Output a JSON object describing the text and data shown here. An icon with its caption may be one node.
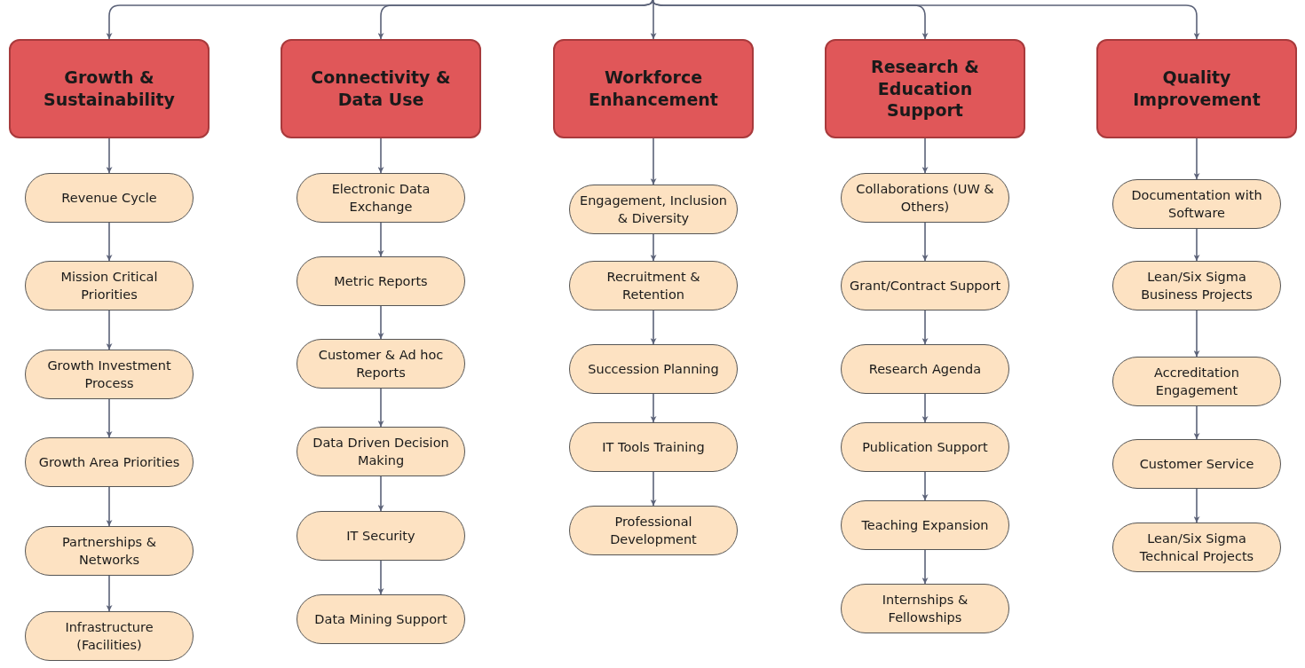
{
  "diagram": {
    "nodes": [
      {
        "text": [
          "Growth & Sustainability"
        ]
      },
      {
        "text": [
          "Revenue Cycle"
        ]
      },
      {
        "text": [
          "Mission Critical Priorities"
        ]
      },
      {
        "text": [
          "Growth Investment Process"
        ]
      },
      {
        "text": [
          "Growth Area Priorities"
        ]
      },
      {
        "text": [
          "Partnerships & Networks"
        ]
      },
      {
        "text": [
          "Infrastructure (Facilities)"
        ]
      },
      {
        "text": [
          "Connectivity & Data Use"
        ]
      },
      {
        "text": [
          "Electronic Data Exchange"
        ]
      },
      {
        "text": [
          "Metric Reports"
        ]
      },
      {
        "text": [
          "Customer & Ad hoc Reports"
        ]
      },
      {
        "text": [
          "Data Driven Decision Making"
        ]
      },
      {
        "text": [
          "IT Security"
        ]
      },
      {
        "text": [
          "Data Mining Support"
        ]
      },
      {
        "text": [
          "Workforce Enhancement"
        ]
      },
      {
        "text": [
          "Engagement, Inclusion & Diversity"
        ]
      },
      {
        "text": [
          "Recruitment & Retention"
        ]
      },
      {
        "text": [
          "Succession Planning"
        ]
      },
      {
        "text": [
          "IT Tools Training"
        ]
      },
      {
        "text": [
          "Professional Development"
        ]
      },
      {
        "text": [
          "Research & Education Support"
        ]
      },
      {
        "text": [
          "Collaborations (UW & Others)"
        ]
      },
      {
        "text": [
          "Grant/Contract Support"
        ]
      },
      {
        "text": [
          "Research Agenda"
        ]
      },
      {
        "text": [
          "Publication Support"
        ]
      },
      {
        "text": [
          "Teaching Expansion"
        ]
      },
      {
        "text": [
          "Internships & Fellowships"
        ]
      },
      {
        "text": [
          "Quality Improvement"
        ]
      },
      {
        "text": [
          "Documentation with Software"
        ]
      },
      {
        "text": [
          "Lean/Six Sigma Business Projects"
        ]
      },
      {
        "text": [
          "Accreditation Engagement"
        ]
      },
      {
        "text": [
          "Customer Service"
        ]
      },
      {
        "text": [
          "Lean/Six Sigma Technical Projects"
        ]
      }
    ],
    "edges": [
      {
        "from": null,
        "to": 0,
        "arrow": "to"
      },
      {
        "from": null,
        "to": 7,
        "arrow": "to"
      },
      {
        "from": null,
        "to": 14,
        "arrow": "to"
      },
      {
        "from": null,
        "to": 20,
        "arrow": "to"
      },
      {
        "from": null,
        "to": 27,
        "arrow": "to"
      },
      {
        "from": 0,
        "to": 1,
        "arrow": "to"
      },
      {
        "from": 1,
        "to": 2,
        "arrow": "to"
      },
      {
        "from": 2,
        "to": 3,
        "arrow": "to"
      },
      {
        "from": 3,
        "to": 4,
        "arrow": "to"
      },
      {
        "from": 4,
        "to": 5,
        "arrow": "to"
      },
      {
        "from": 5,
        "to": 6,
        "arrow": "to"
      },
      {
        "from": 7,
        "to": 8,
        "arrow": "to"
      },
      {
        "from": 8,
        "to": 9,
        "arrow": "to"
      },
      {
        "from": 9,
        "to": 10,
        "arrow": "to"
      },
      {
        "from": 10,
        "to": 11,
        "arrow": "to"
      },
      {
        "from": 11,
        "to": 12,
        "arrow": "to"
      },
      {
        "from": 12,
        "to": 13,
        "arrow": "to"
      },
      {
        "from": 14,
        "to": 15,
        "arrow": "to"
      },
      {
        "from": 15,
        "to": 16,
        "arrow": "to"
      },
      {
        "from": 16,
        "to": 17,
        "arrow": "to"
      },
      {
        "from": 17,
        "to": 18,
        "arrow": "to"
      },
      {
        "from": 18,
        "to": 19,
        "arrow": "to"
      },
      {
        "from": 20,
        "to": 21,
        "arrow": "to"
      },
      {
        "from": 21,
        "to": 22,
        "arrow": "to"
      },
      {
        "from": 22,
        "to": 23,
        "arrow": "to"
      },
      {
        "from": 23,
        "to": 24,
        "arrow": "to"
      },
      {
        "from": 24,
        "to": 25,
        "arrow": "to"
      },
      {
        "from": 25,
        "to": 26,
        "arrow": "to"
      },
      {
        "from": 27,
        "to": 28,
        "arrow": "to"
      },
      {
        "from": 28,
        "to": 29,
        "arrow": "to"
      },
      {
        "from": 29,
        "to": 30,
        "arrow": "to"
      },
      {
        "from": 30,
        "to": 31,
        "arrow": "to"
      },
      {
        "from": 31,
        "to": 32,
        "arrow": "to"
      }
    ]
  }
}
